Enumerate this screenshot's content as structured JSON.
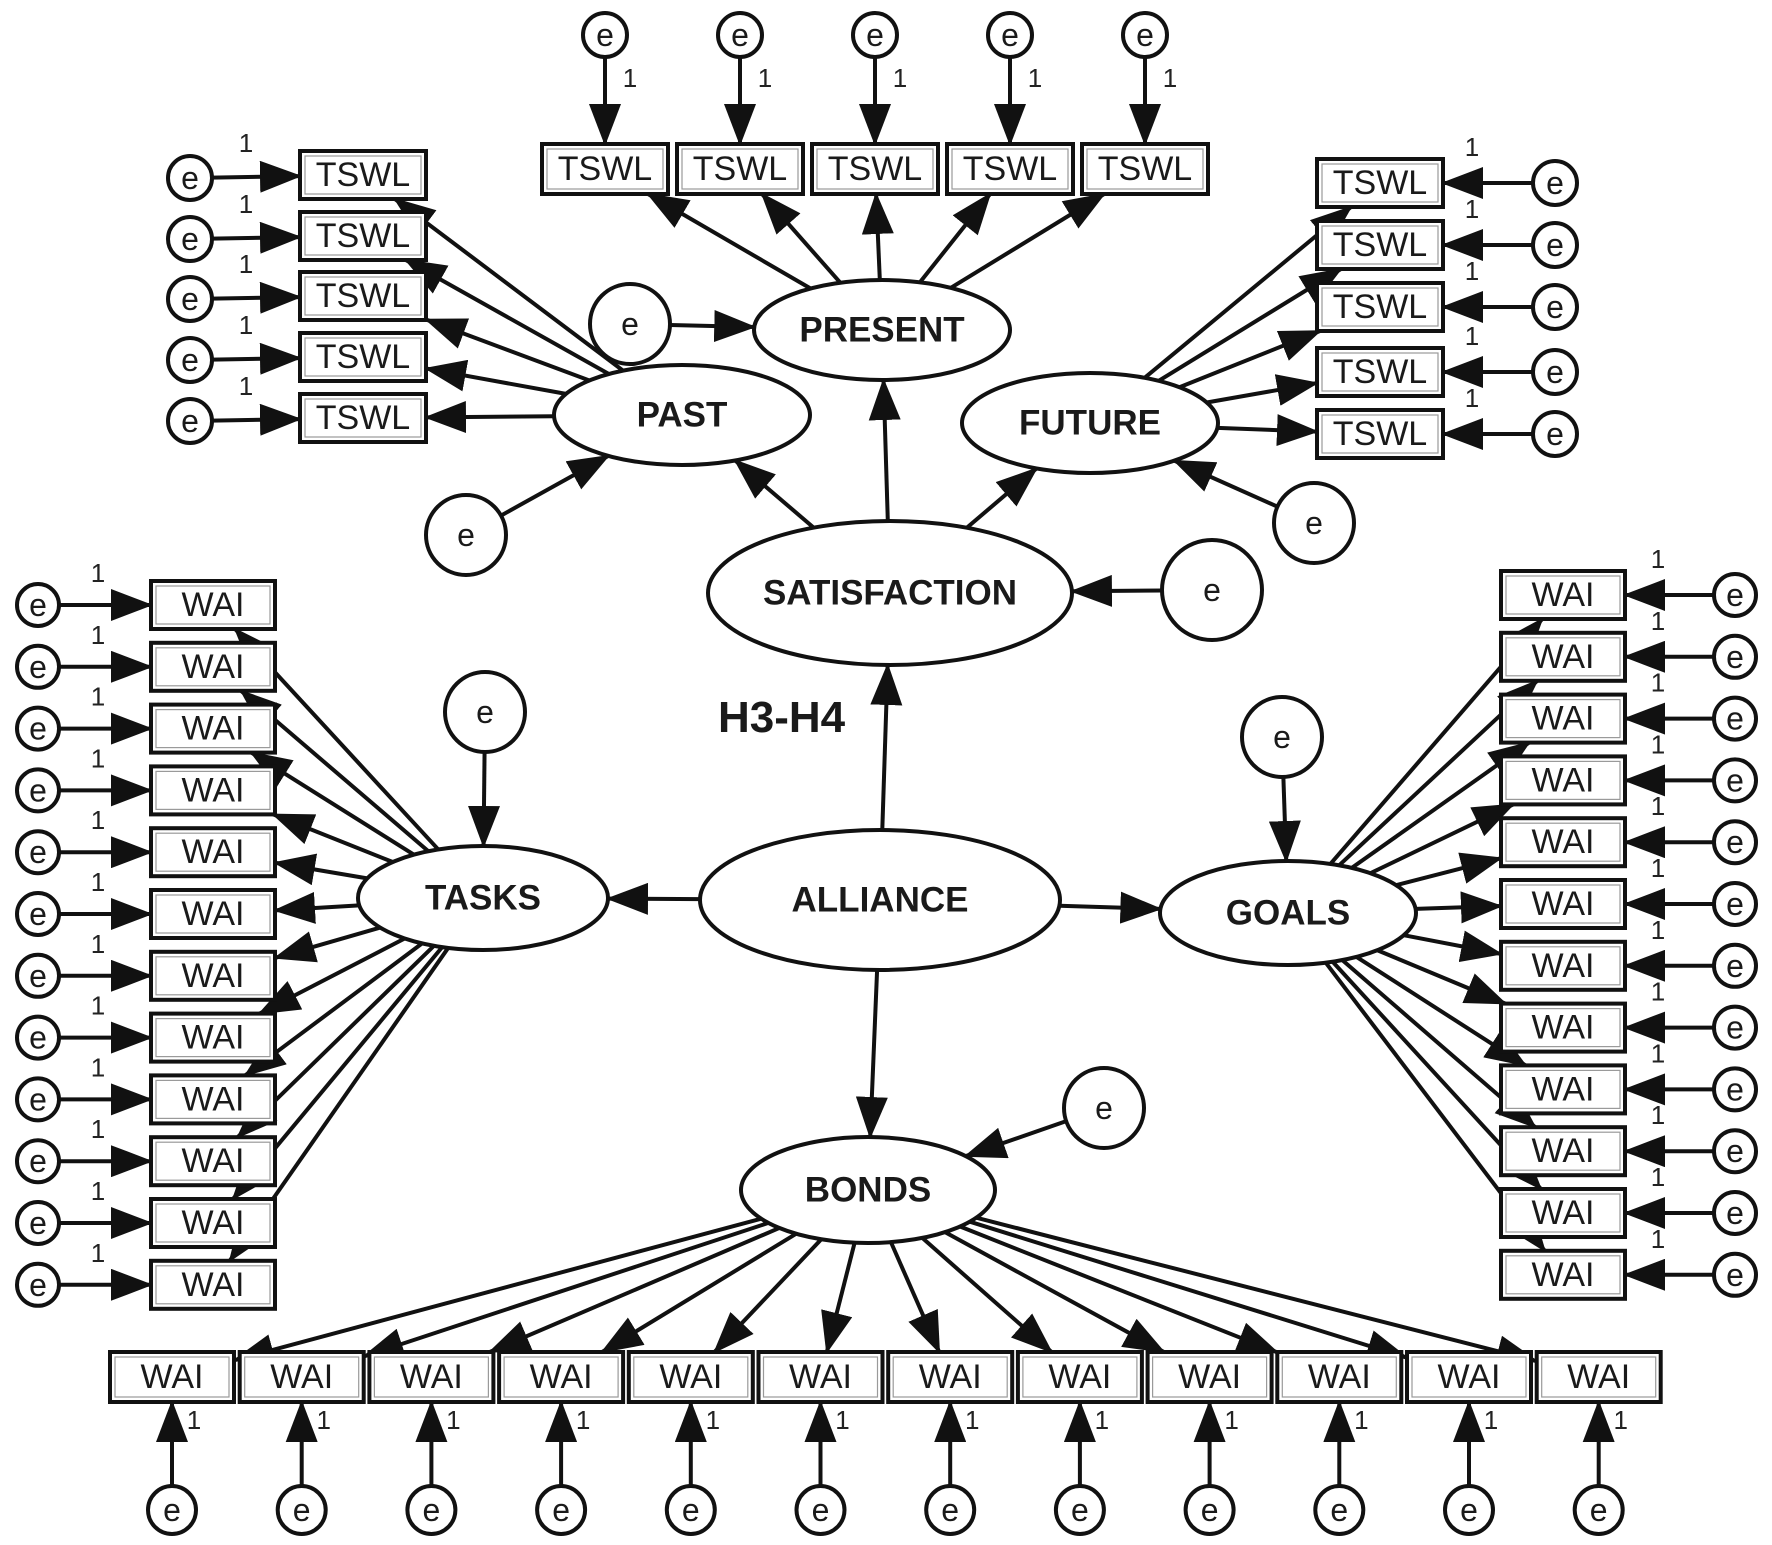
{
  "diagram": {
    "colors": {
      "stroke": "#111111",
      "background": "#ffffff",
      "text": "#1a1a1a"
    },
    "hypothesis_label": "H3-H4",
    "error_label": "e",
    "path_weight": "1",
    "latents": {
      "alliance": "ALLIANCE",
      "tasks": "TASKS",
      "goals": "GOALS",
      "bonds": "BONDS",
      "satisfaction": "SATISFACTION",
      "past": "PAST",
      "present": "PRESENT",
      "future": "FUTURE"
    },
    "indicator_groups": {
      "present": {
        "label": "TSWL",
        "count": 5
      },
      "past": {
        "label": "TSWL",
        "count": 5
      },
      "future": {
        "label": "TSWL",
        "count": 5
      },
      "tasks": {
        "label": "WAI",
        "count": 12
      },
      "goals": {
        "label": "WAI",
        "count": 12
      },
      "bonds": {
        "label": "WAI",
        "count": 12
      }
    }
  }
}
